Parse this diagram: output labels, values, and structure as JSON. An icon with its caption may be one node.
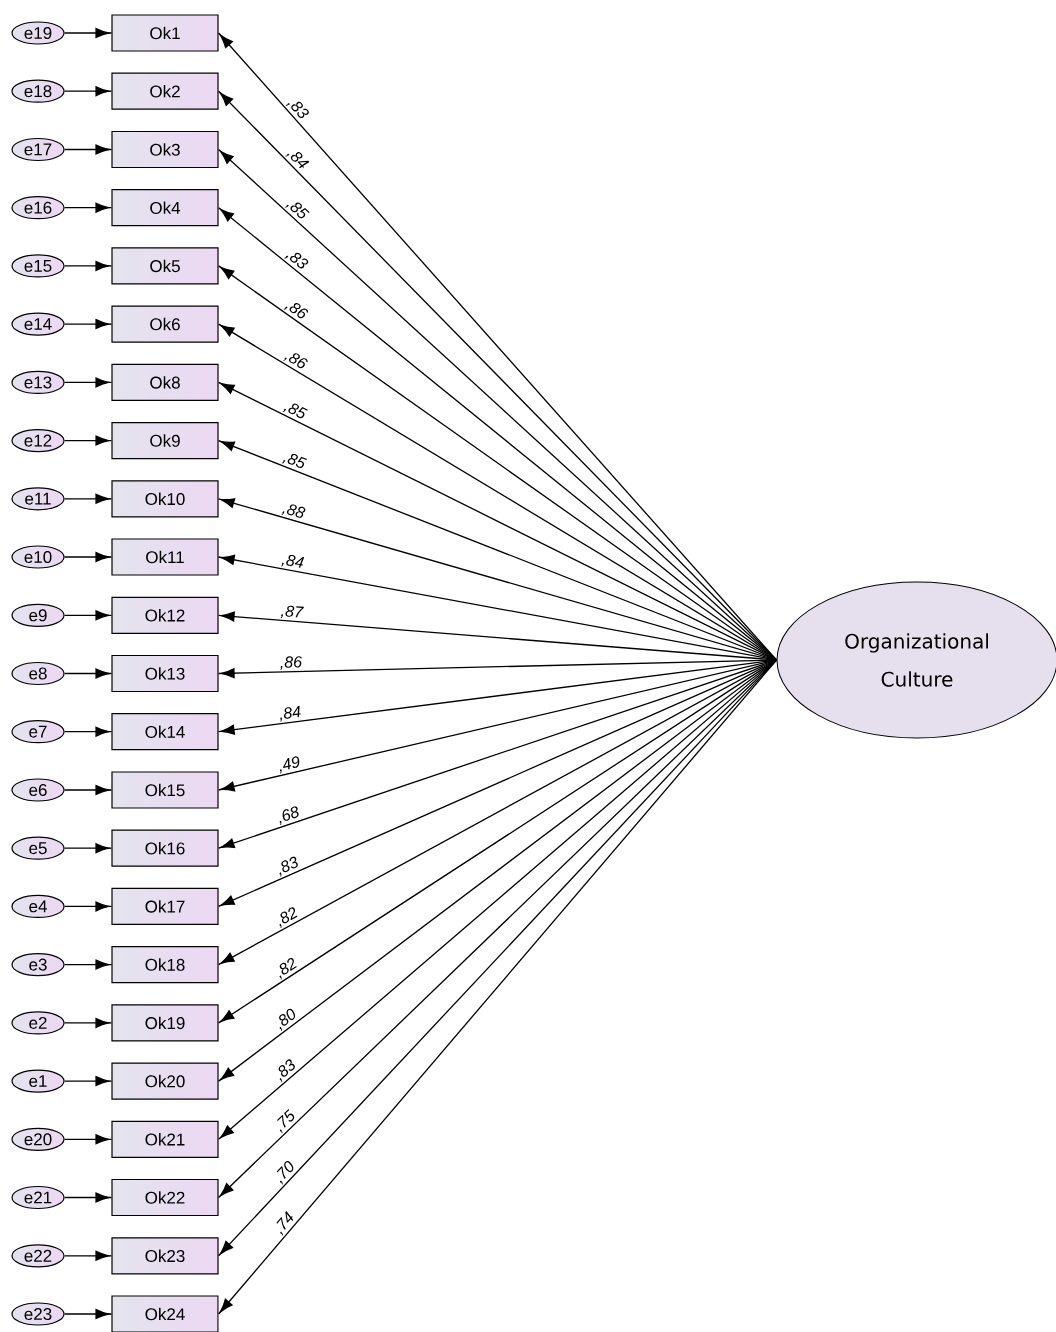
{
  "diagram": {
    "nodes": [
      {
        "text": [
          "e19"
        ]
      },
      {
        "text": [
          "Ok1"
        ]
      },
      {
        "text": [
          "e18"
        ]
      },
      {
        "text": [
          "Ok2"
        ]
      },
      {
        "text": [
          "e17"
        ]
      },
      {
        "text": [
          "Ok3"
        ]
      },
      {
        "text": [
          "e16"
        ]
      },
      {
        "text": [
          "Ok4"
        ]
      },
      {
        "text": [
          "e15"
        ]
      },
      {
        "text": [
          "Ok5"
        ]
      },
      {
        "text": [
          "e14"
        ]
      },
      {
        "text": [
          "Ok6"
        ]
      },
      {
        "text": [
          "e13"
        ]
      },
      {
        "text": [
          "Ok8"
        ]
      },
      {
        "text": [
          "e12"
        ]
      },
      {
        "text": [
          "Ok9"
        ]
      },
      {
        "text": [
          "e11"
        ]
      },
      {
        "text": [
          "Ok10"
        ]
      },
      {
        "text": [
          "e10"
        ]
      },
      {
        "text": [
          "Ok11"
        ]
      },
      {
        "text": [
          "e9"
        ]
      },
      {
        "text": [
          "Ok12"
        ]
      },
      {
        "text": [
          "e8"
        ]
      },
      {
        "text": [
          "Ok13"
        ]
      },
      {
        "text": [
          "e7"
        ]
      },
      {
        "text": [
          "Ok14"
        ]
      },
      {
        "text": [
          "e6"
        ]
      },
      {
        "text": [
          "Ok15"
        ]
      },
      {
        "text": [
          "e5"
        ]
      },
      {
        "text": [
          "Ok16"
        ]
      },
      {
        "text": [
          "e4"
        ]
      },
      {
        "text": [
          "Ok17"
        ]
      },
      {
        "text": [
          "e3"
        ]
      },
      {
        "text": [
          "Ok18"
        ]
      },
      {
        "text": [
          "e2"
        ]
      },
      {
        "text": [
          "Ok19"
        ]
      },
      {
        "text": [
          "e1"
        ]
      },
      {
        "text": [
          "Ok20"
        ]
      },
      {
        "text": [
          "e20"
        ]
      },
      {
        "text": [
          "Ok21"
        ]
      },
      {
        "text": [
          "e21"
        ]
      },
      {
        "text": [
          "Ok22"
        ]
      },
      {
        "text": [
          "e22"
        ]
      },
      {
        "text": [
          "Ok23"
        ]
      },
      {
        "text": [
          "e23"
        ]
      },
      {
        "text": [
          "Ok24"
        ]
      },
      {
        "text": [
          "Organizational Culture"
        ]
      }
    ],
    "edges": [
      {
        "from": 0,
        "to": 1,
        "arrow": "to"
      },
      {
        "from": 2,
        "to": 3,
        "arrow": "to"
      },
      {
        "from": 4,
        "to": 5,
        "arrow": "to"
      },
      {
        "from": 6,
        "to": 7,
        "arrow": "to"
      },
      {
        "from": 8,
        "to": 9,
        "arrow": "to"
      },
      {
        "from": 10,
        "to": 11,
        "arrow": "to"
      },
      {
        "from": 12,
        "to": 13,
        "arrow": "to"
      },
      {
        "from": 14,
        "to": 15,
        "arrow": "to"
      },
      {
        "from": 16,
        "to": 17,
        "arrow": "to"
      },
      {
        "from": 18,
        "to": 19,
        "arrow": "to"
      },
      {
        "from": 20,
        "to": 21,
        "arrow": "to"
      },
      {
        "from": 22,
        "to": 23,
        "arrow": "to"
      },
      {
        "from": 24,
        "to": 25,
        "arrow": "to"
      },
      {
        "from": 26,
        "to": 27,
        "arrow": "to"
      },
      {
        "from": 28,
        "to": 29,
        "arrow": "to"
      },
      {
        "from": 30,
        "to": 31,
        "arrow": "to"
      },
      {
        "from": 32,
        "to": 33,
        "arrow": "to"
      },
      {
        "from": 34,
        "to": 35,
        "arrow": "to"
      },
      {
        "from": 36,
        "to": 37,
        "arrow": "to"
      },
      {
        "from": 38,
        "to": 39,
        "arrow": "to"
      },
      {
        "from": 40,
        "to": 41,
        "arrow": "to"
      },
      {
        "from": 42,
        "to": 43,
        "arrow": "to"
      },
      {
        "from": 44,
        "to": 45,
        "arrow": "to"
      },
      {
        "from": 46,
        "to": 1,
        "arrow": "to",
        "label": ",83"
      },
      {
        "from": 46,
        "to": 3,
        "arrow": "to",
        "label": ",84"
      },
      {
        "from": 46,
        "to": 5,
        "arrow": "to",
        "label": ",85"
      },
      {
        "from": 46,
        "to": 7,
        "arrow": "to",
        "label": ",83"
      },
      {
        "from": 46,
        "to": 9,
        "arrow": "to",
        "label": ",86"
      },
      {
        "from": 46,
        "to": 11,
        "arrow": "to",
        "label": ",86"
      },
      {
        "from": 46,
        "to": 13,
        "arrow": "to",
        "label": ",85"
      },
      {
        "from": 46,
        "to": 15,
        "arrow": "to",
        "label": ",85"
      },
      {
        "from": 46,
        "to": 17,
        "arrow": "to",
        "label": ",88"
      },
      {
        "from": 46,
        "to": 19,
        "arrow": "to",
        "label": ",84"
      },
      {
        "from": 46,
        "to": 21,
        "arrow": "to",
        "label": ",87"
      },
      {
        "from": 46,
        "to": 23,
        "arrow": "to",
        "label": ",86"
      },
      {
        "from": 46,
        "to": 25,
        "arrow": "to",
        "label": ",84"
      },
      {
        "from": 46,
        "to": 27,
        "arrow": "to",
        "label": ",49"
      },
      {
        "from": 46,
        "to": 29,
        "arrow": "to",
        "label": ",68"
      },
      {
        "from": 46,
        "to": 31,
        "arrow": "to",
        "label": ",83"
      },
      {
        "from": 46,
        "to": 33,
        "arrow": "to",
        "label": ",82"
      },
      {
        "from": 46,
        "to": 35,
        "arrow": "to",
        "label": ",82"
      },
      {
        "from": 46,
        "to": 37,
        "arrow": "to",
        "label": ",80"
      },
      {
        "from": 46,
        "to": 39,
        "arrow": "to",
        "label": ",83"
      },
      {
        "from": 46,
        "to": 41,
        "arrow": "to",
        "label": ",75"
      },
      {
        "from": 46,
        "to": 43,
        "arrow": "to",
        "label": ",70"
      },
      {
        "from": 46,
        "to": 45,
        "arrow": "to",
        "label": ",74"
      }
    ]
  }
}
